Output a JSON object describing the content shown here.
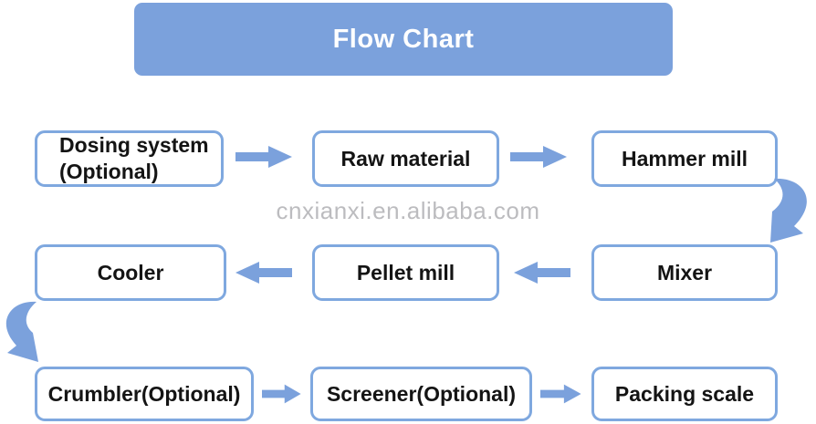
{
  "header": {
    "title": "Flow Chart"
  },
  "watermark": {
    "text": "cnxianxi.en.alibaba.com"
  },
  "colors": {
    "accent_blue": "#7BA1DC",
    "box_border_blue": "#7FA8DF",
    "node_text": "#141414",
    "header_text": "#FFFFFF",
    "watermark_gray": "#BCBCBF",
    "background": "#FFFFFF"
  },
  "flow": {
    "row1": {
      "dosing_line1": "Dosing system",
      "dosing_line2": "(Optional)",
      "raw_material": "Raw material",
      "hammer_mill": "Hammer mill"
    },
    "row2": {
      "cooler": "Cooler",
      "pellet_mill": "Pellet mill",
      "mixer": "Mixer"
    },
    "row3": {
      "crumbler": "Crumbler(Optional)",
      "screener": "Screener(Optional)",
      "packing_scale": "Packing scale"
    },
    "connections": [
      "Dosing system (Optional) -> Raw material",
      "Raw material -> Hammer mill",
      "Hammer mill -> Mixer",
      "Mixer -> Pellet mill",
      "Pellet mill -> Cooler",
      "Cooler -> Crumbler(Optional)",
      "Crumbler(Optional) -> Screener(Optional)",
      "Screener(Optional) -> Packing scale"
    ]
  }
}
